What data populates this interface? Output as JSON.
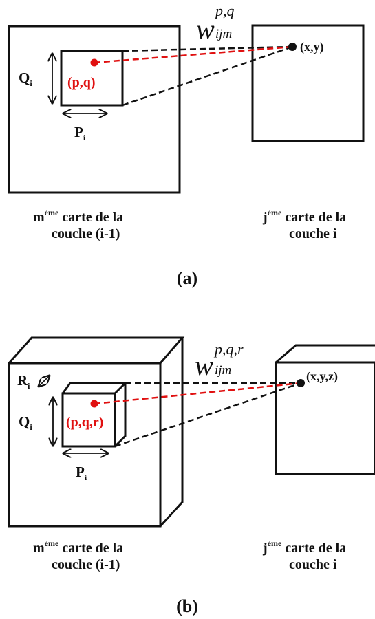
{
  "panel_a": {
    "weight_symbol": "w",
    "weight_sub": "ijm",
    "weight_sup": "p,q",
    "source_point": "(p,q)",
    "target_point": "(x,y)",
    "dim_q": "Q",
    "dim_q_sub": "i",
    "dim_p": "P",
    "dim_p_sub": "i",
    "left_caption": {
      "line1_prefix": "m",
      "line1_sup": "ème",
      "line1_rest": " carte de la",
      "line2": "couche (i-1)"
    },
    "right_caption": {
      "line1_prefix": "j",
      "line1_sup": "ème",
      "line1_rest": " carte de la",
      "line2": "couche i"
    },
    "label": "(a)"
  },
  "panel_b": {
    "weight_symbol": "w",
    "weight_sub": "ijm",
    "weight_sup": "p,q,r",
    "source_point": "(p,q,r)",
    "target_point": "(x,y,z)",
    "dim_r": "R",
    "dim_r_sub": "i",
    "dim_q": "Q",
    "dim_q_sub": "i",
    "dim_p": "P",
    "dim_p_sub": "i",
    "left_caption": {
      "line1_prefix": "m",
      "line1_sup": "ème",
      "line1_rest": " carte de la",
      "line2": "couche (i-1)"
    },
    "right_caption": {
      "line1_prefix": "j",
      "line1_sup": "ème",
      "line1_rest": " carte de la",
      "line2": "couche i"
    },
    "label": "(b)"
  },
  "colors": {
    "stroke": "#111111",
    "highlight": "#e01010"
  }
}
